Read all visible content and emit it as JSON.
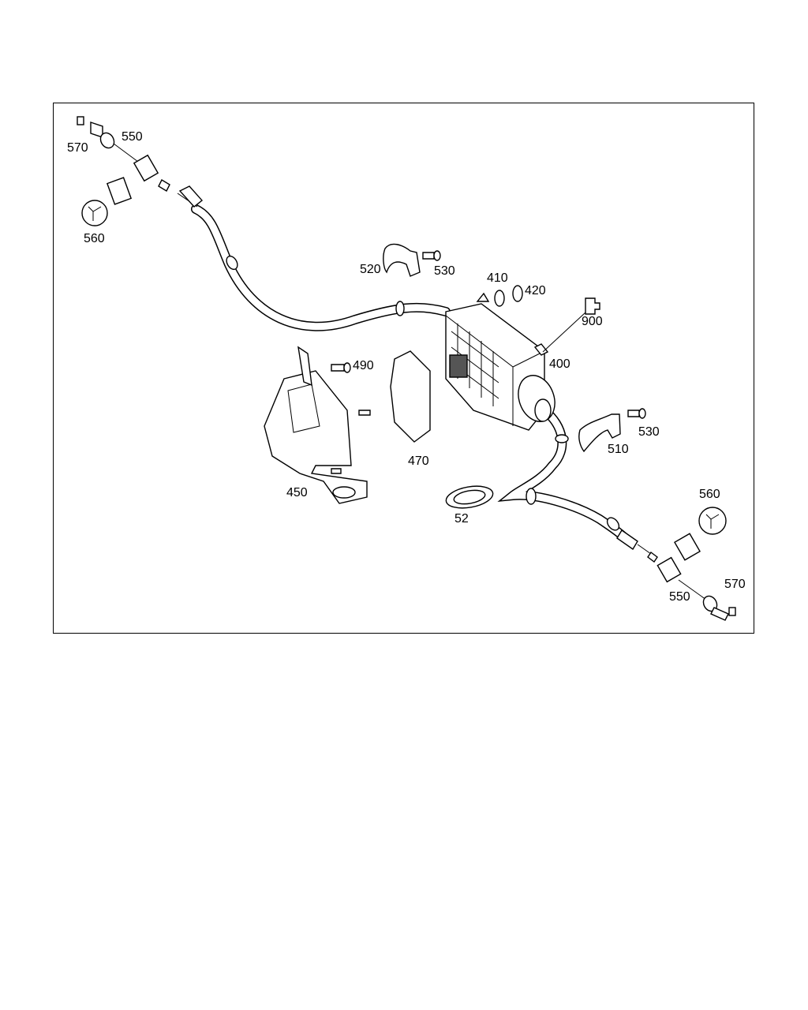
{
  "labels": {
    "l570a": "570",
    "l550a": "550",
    "l560a": "560",
    "l520": "520",
    "l530a": "530",
    "l410": "410",
    "l420": "420",
    "l900": "900",
    "l400": "400",
    "l490": "490",
    "l470": "470",
    "l450": "450",
    "l52": "52",
    "l510": "510",
    "l530b": "530",
    "l560b": "560",
    "l570b": "570",
    "l550b": "550"
  }
}
